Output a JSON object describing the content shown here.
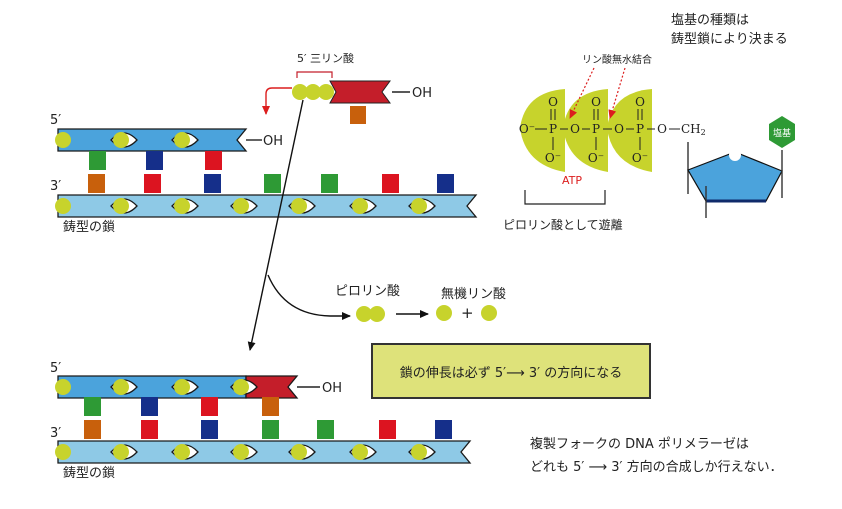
{
  "colors": {
    "strand_new": "#4ba3dc",
    "strand_template": "#8ec9e6",
    "strand_edge": "#1a1a1a",
    "incoming_nucleotide": "#c41e2a",
    "phosphate": "#c7d32c",
    "phosphate_edge": "#a8b020",
    "base_green": "#2e9a35",
    "base_blue": "#152f8a",
    "base_red": "#dc1420",
    "base_orange": "#c8600c",
    "arrow_red": "#dc1e1e",
    "note_fill": "#dee27a",
    "sugar_fill": "#4ba3dc",
    "sugar_dark": "#0f2a6a",
    "base_hex": "#2e9a35"
  },
  "top_panel": {
    "label_5prime": "5′",
    "label_3prime": "3′",
    "oh_label": "OH",
    "template_label": "鋳型の鎖",
    "new_strand_bases": [
      "green",
      "blue",
      "red"
    ],
    "template_bases": [
      "orange",
      "red",
      "blue",
      "green",
      "green",
      "red",
      "blue"
    ]
  },
  "incoming": {
    "title": "5′ 三リン酸",
    "oh_label": "OH",
    "base": "orange",
    "phosphate_count": 3
  },
  "pyrophosphate": {
    "label": "ピロリン酸",
    "product_label": "無機リン酸",
    "plus": "+"
  },
  "atp_diagram": {
    "bond_label": "リン酸無水結合",
    "atp_label": "ATP",
    "release_label": "ピロリン酸として遊離",
    "header_line1": "塩基の種類は",
    "header_line2": "鋳型鎖により決まる",
    "base_label": "塩基",
    "phosphate_atoms": {
      "o_top": "O",
      "o_minus": "O",
      "p": "P",
      "o_bridge": "O",
      "ch2": "CH",
      "ch2_sub": "2",
      "ring_o": "O"
    }
  },
  "bottom_panel": {
    "label_5prime": "5′",
    "label_3prime": "3′",
    "oh_label": "OH",
    "template_label": "鋳型の鎖",
    "new_strand_bases": [
      "green",
      "blue",
      "red",
      "orange"
    ],
    "template_bases": [
      "orange",
      "red",
      "blue",
      "green",
      "green",
      "red",
      "blue"
    ]
  },
  "note": {
    "text": "鎖の伸長は必ず 5′⟶ 3′ の方向になる"
  },
  "footer": {
    "line1": "複製フォークの DNA ポリメラーゼは",
    "line2": "どれも 5′ ⟶ 3′ 方向の合成しか行えない．"
  }
}
